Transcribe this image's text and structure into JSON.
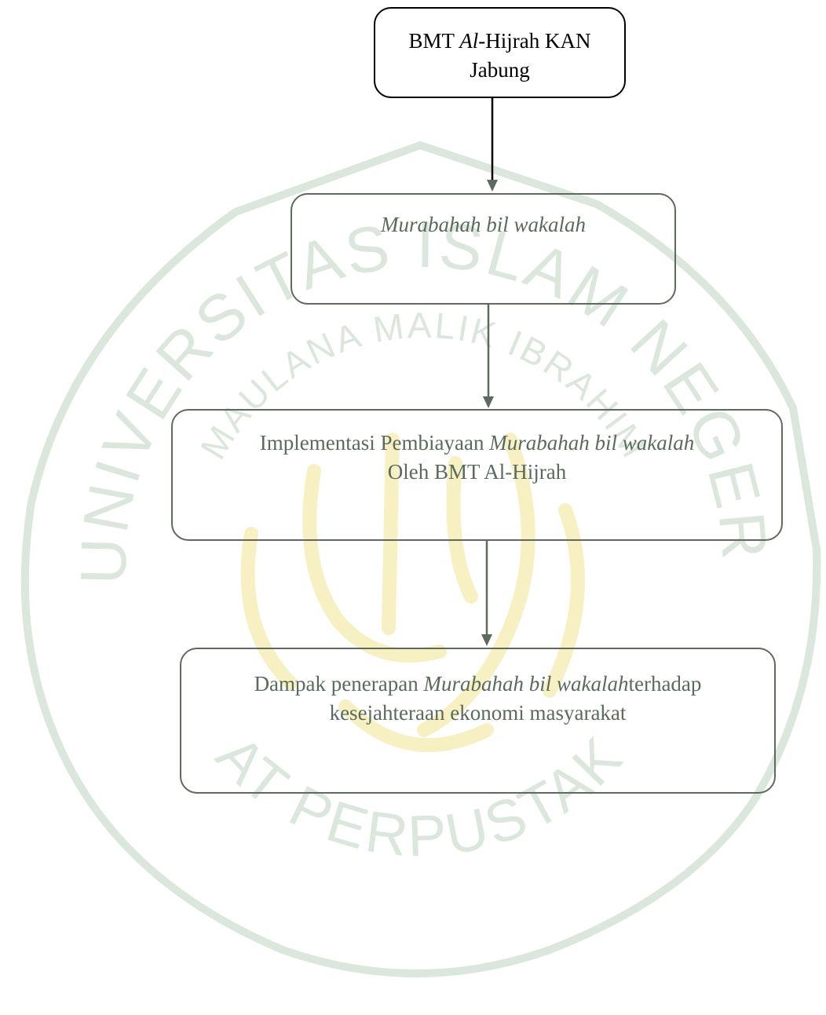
{
  "watermark": {
    "top_arc": "UNIVERSITAS ISLAM NEGERI",
    "mid_arc": "MAULANA MALIK IBRAHIM",
    "bottom_arc": "PUSAT PERPUSTAKAAN"
  },
  "nodes": {
    "n1": {
      "pre": "BMT ",
      "italic": "Al",
      "post": "-Hijrah KAN",
      "line2": "Jabung"
    },
    "n2": {
      "italic": "Murabahah bil wakalah"
    },
    "n3": {
      "pre": "Implementasi Pembiayaan ",
      "italic": "Murabahah bil wakalah",
      "line2": "Oleh BMT Al-Hijrah"
    },
    "n4": {
      "pre": "Dampak penerapan ",
      "italic": "Murabahah bil wakalah",
      "post": "terhadap",
      "line2": "kesejahteraan ekonomi masyarakat"
    }
  },
  "colors": {
    "box_text": "#5a6a5d",
    "arrow": "#5f6a5f",
    "watermark_green": "#dbe6dc",
    "watermark_yellow": "#f7f0c2"
  }
}
